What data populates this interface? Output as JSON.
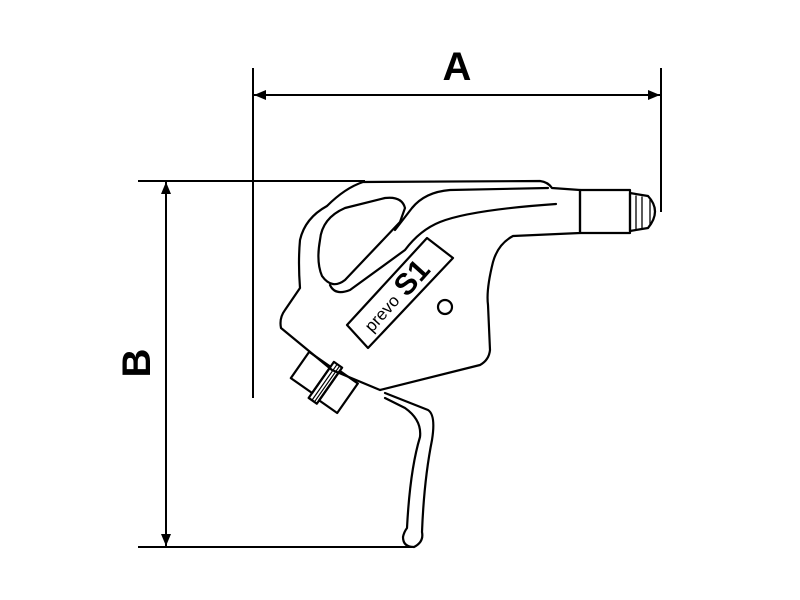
{
  "diagram": {
    "dimension_a_label": "A",
    "dimension_b_label": "B",
    "logo_text": "prevo",
    "logo_mark": "S1",
    "line_color": "#000000",
    "background": "#ffffff"
  }
}
